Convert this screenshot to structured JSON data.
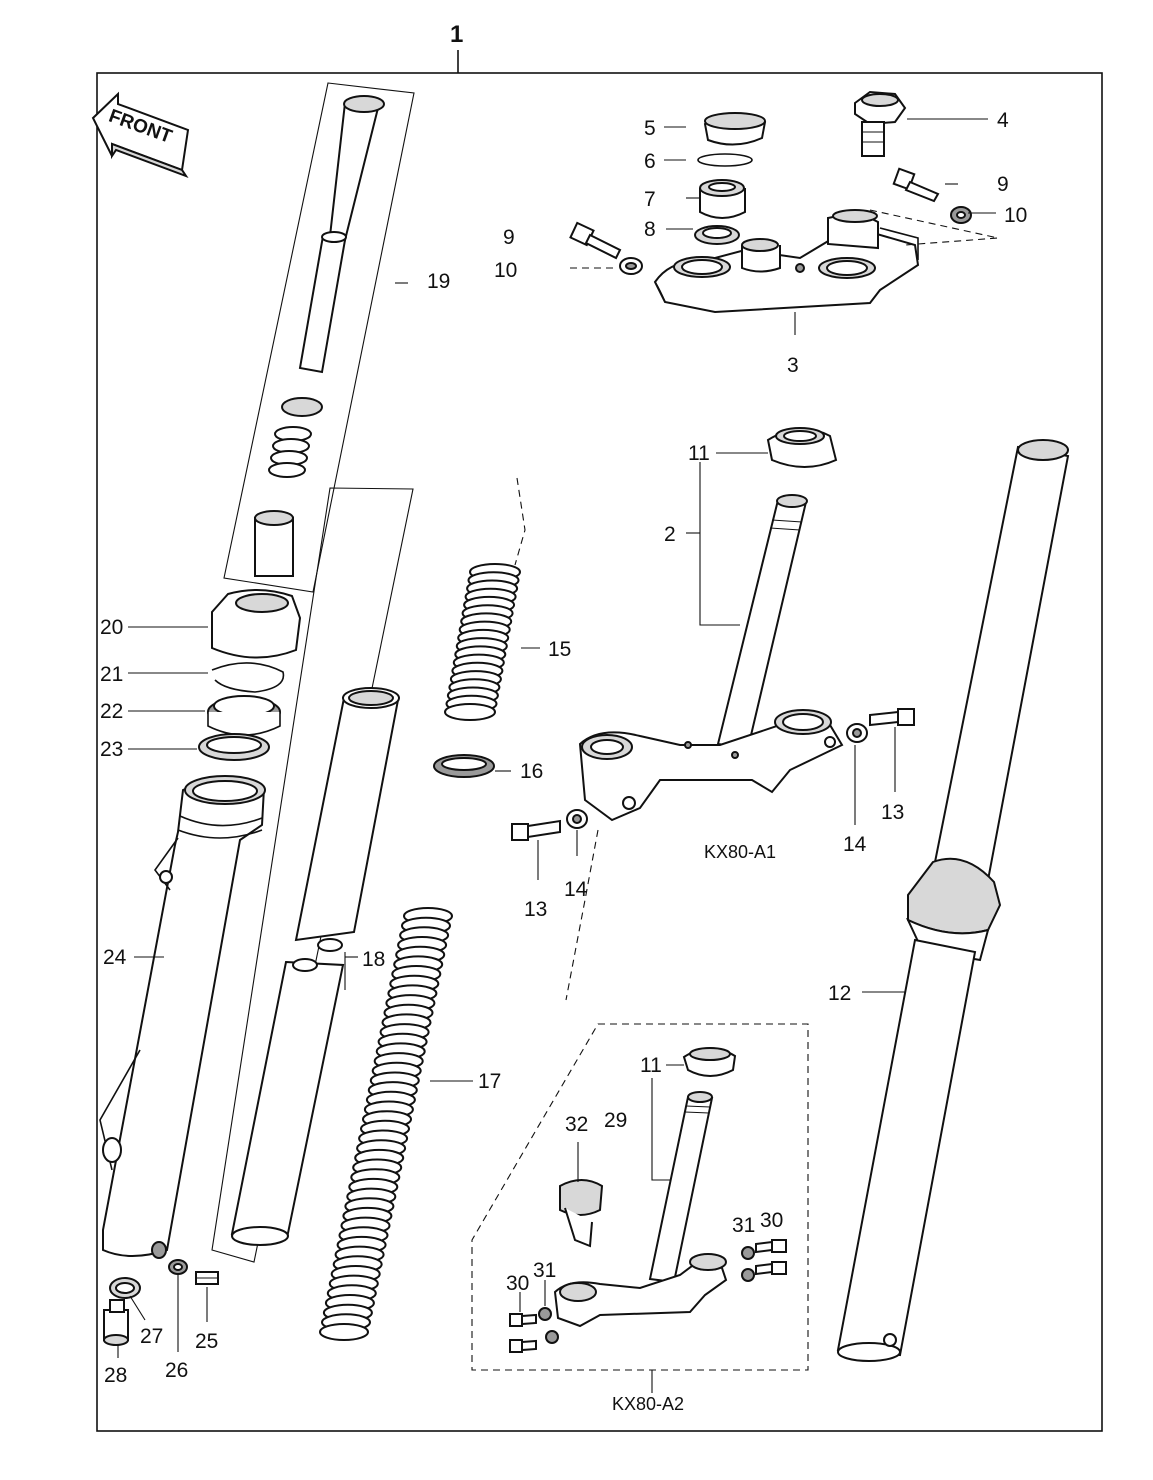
{
  "front_label": "FRONT",
  "assembly_label": "1",
  "model_a1": "KX80-A1",
  "model_a2": "KX80-A2",
  "callouts": {
    "c2": "2",
    "c3": "3",
    "c4": "4",
    "c5": "5",
    "c6": "6",
    "c7": "7",
    "c8": "8",
    "c9a": "9",
    "c9b": "9",
    "c10a": "10",
    "c10b": "10",
    "c11a": "11",
    "c11b": "11",
    "c12": "12",
    "c13a": "13",
    "c13b": "13",
    "c14a": "14",
    "c14b": "14",
    "c15": "15",
    "c16": "16",
    "c17": "17",
    "c18": "18",
    "c19": "19",
    "c20": "20",
    "c21": "21",
    "c22": "22",
    "c23": "23",
    "c24": "24",
    "c25": "25",
    "c26": "26",
    "c27": "27",
    "c28": "28",
    "c29": "29",
    "c30a": "30",
    "c30b": "30",
    "c31a": "31",
    "c31b": "31",
    "c32": "32"
  }
}
